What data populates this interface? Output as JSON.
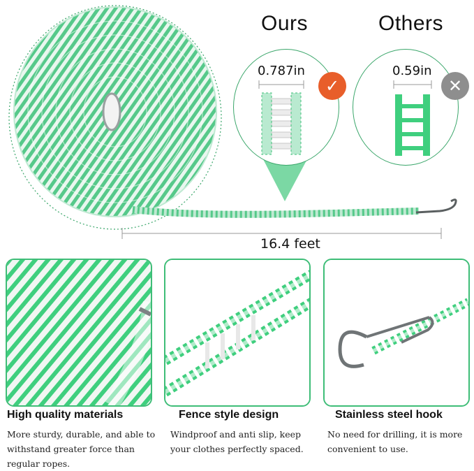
{
  "comparison": {
    "ours_label": "Ours",
    "others_label": "Others",
    "ours_width": "0.787in",
    "others_width": "0.59in",
    "ours_icon": "check-icon",
    "others_icon": "cross-icon",
    "ours_badge_color": "#e85e2a",
    "others_badge_color": "#8e8e8e"
  },
  "rope": {
    "length_label": "16.4 feet",
    "accent_color": "#3ebd77"
  },
  "features": [
    {
      "title": "High quality materials",
      "description": "More sturdy, durable, and able to withstand greater force than regular ropes."
    },
    {
      "title": "Fence style design",
      "description": "Windproof and anti slip, keep your clothes perfectly spaced."
    },
    {
      "title": "Stainless steel hook",
      "description": "No need for drilling, it is more convenient to use."
    }
  ]
}
